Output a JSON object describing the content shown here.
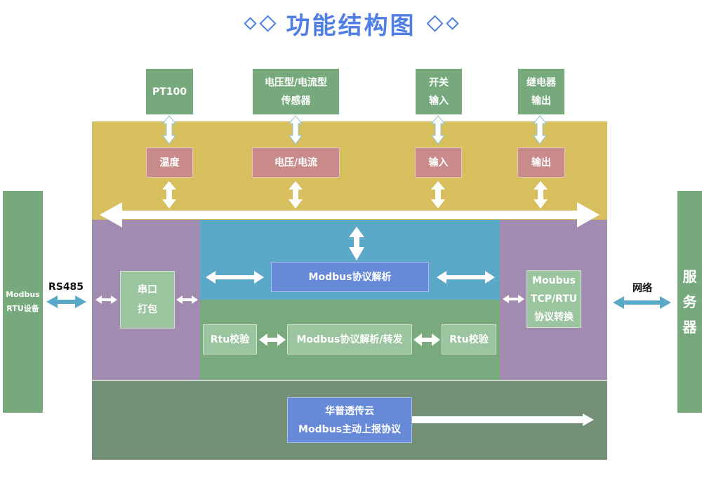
{
  "title": "功能结构图",
  "colors": {
    "title_accent": "#4f7fe6",
    "sensor_layer": "#d7bf5e",
    "serial_layer": "#a28bb0",
    "modbus_parse_layer": "#5aa9c8",
    "rtu_layer": "#78aa7e",
    "cloud_layer": "#738f76",
    "external_device": "#76aa7d",
    "network_arrow": "#5aa9c8"
  },
  "sensors": [
    {
      "device": [
        "PT100"
      ],
      "function": "温度"
    },
    {
      "device": [
        "电压型/电流型",
        "传感器"
      ],
      "function": "电压/电流"
    },
    {
      "device": [
        "开关",
        "输入"
      ],
      "function": "输入"
    },
    {
      "device": [
        "继电器",
        "输出"
      ],
      "function": "输出"
    }
  ],
  "left_device": [
    "Modbus",
    "RTU设备"
  ],
  "left_link_label": "RS485",
  "serial_pack": [
    "串口",
    "打包"
  ],
  "modbus_parse": "Modbus协议解析",
  "rtu_check_left": "Rtu校验",
  "modbus_forward": "Modbus协议解析/转发",
  "rtu_check_right": "Rtu校验",
  "tcp_rtu_convert": [
    "Moubus",
    "TCP/RTU",
    "协议转换"
  ],
  "right_link_label": "网络",
  "server": [
    "服",
    "务",
    "器"
  ],
  "cloud_protocol": [
    "华普透传云",
    "Modbus主动上报协议"
  ]
}
